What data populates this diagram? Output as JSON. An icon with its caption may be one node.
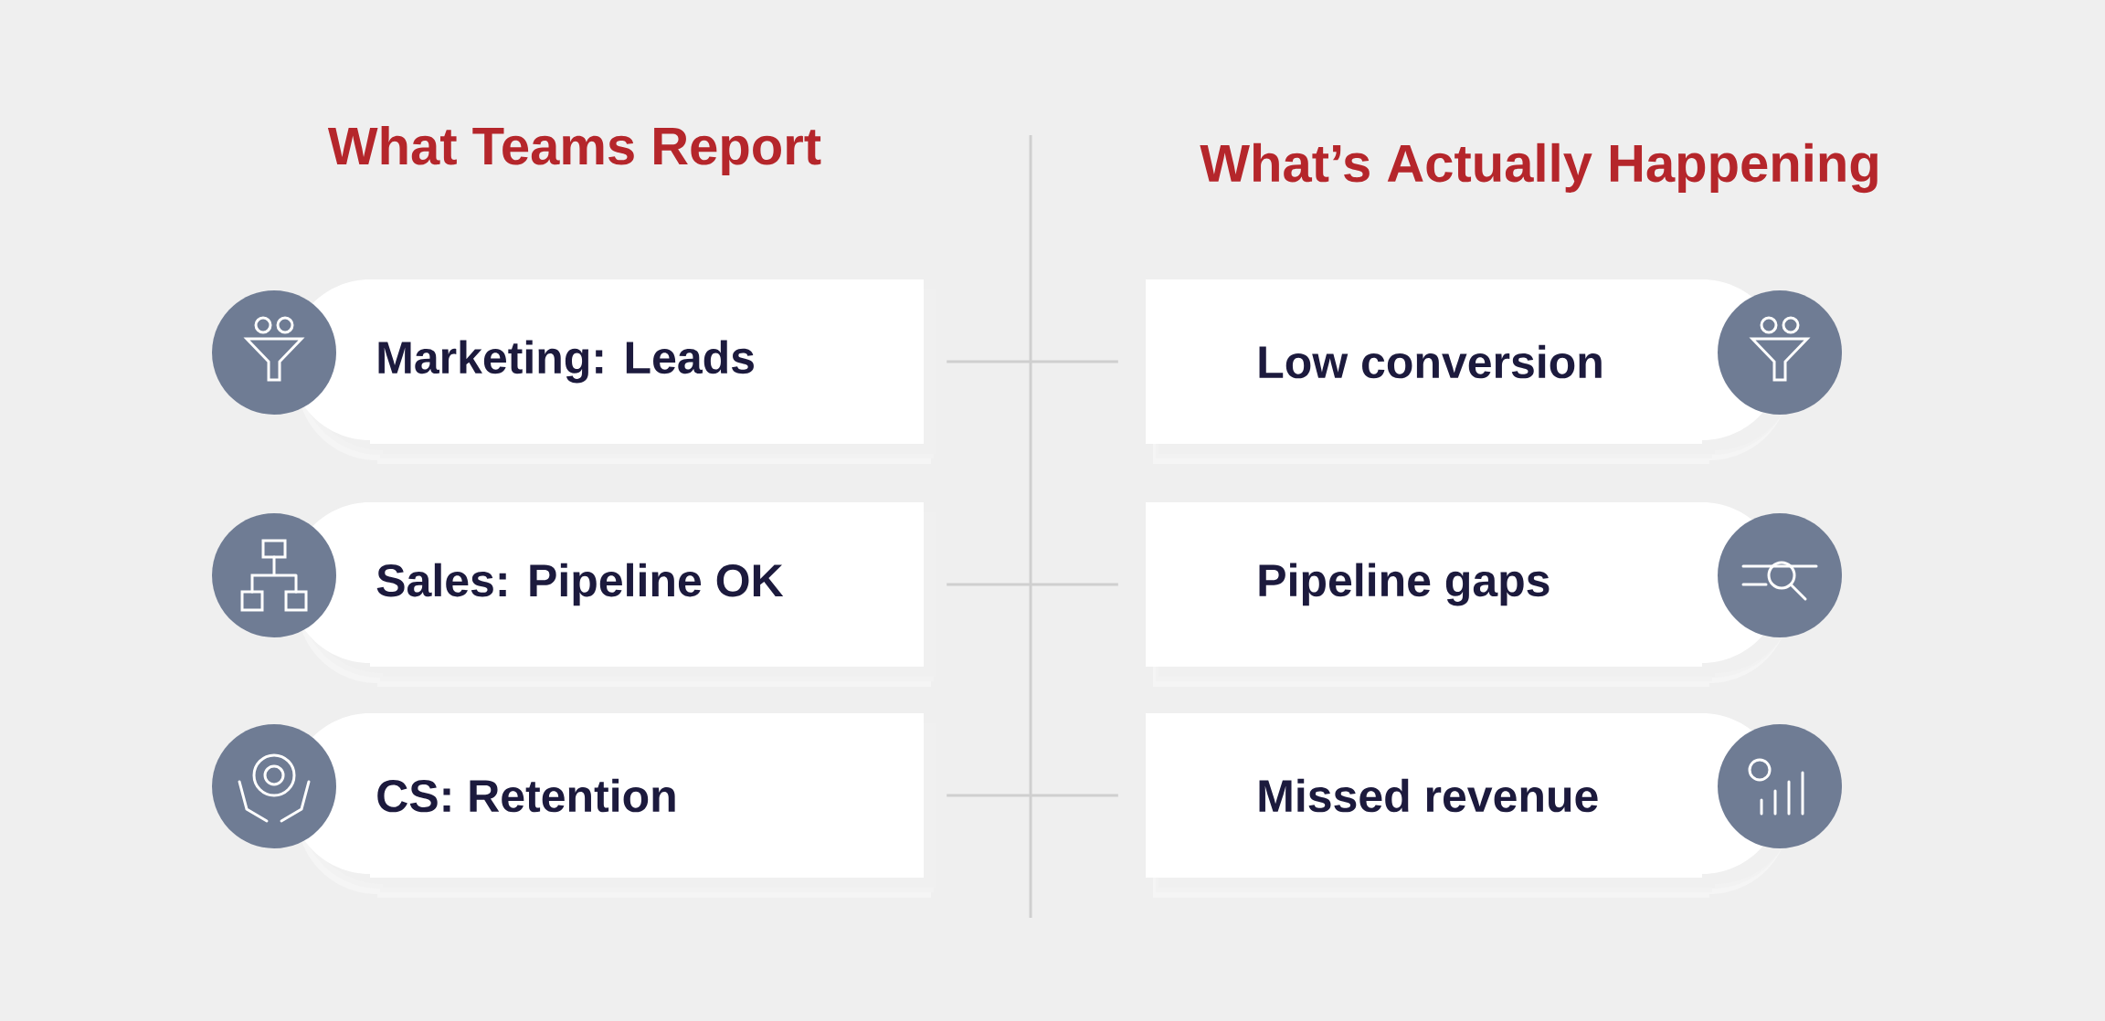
{
  "diagram": {
    "nodes": [
      {
        "text": [
          "Marketing: Leads"
        ]
      },
      {
        "text": [
          "Sales: Pipeline OK"
        ]
      },
      {
        "text": [
          "CS: Retention"
        ]
      },
      {
        "text": [
          "Low conversion"
        ]
      },
      {
        "text": [
          "Pipeline gaps"
        ]
      },
      {
        "text": [
          "Missed revenue"
        ]
      }
    ],
    "edges": [
      {
        "from": 0,
        "to": 3,
        "arrow": "none"
      },
      {
        "from": 1,
        "to": 4,
        "arrow": "none"
      },
      {
        "from": 2,
        "to": 5,
        "arrow": "none"
      }
    ],
    "labels": [
      "What Teams Report",
      "What’s Actually Happening"
    ]
  }
}
